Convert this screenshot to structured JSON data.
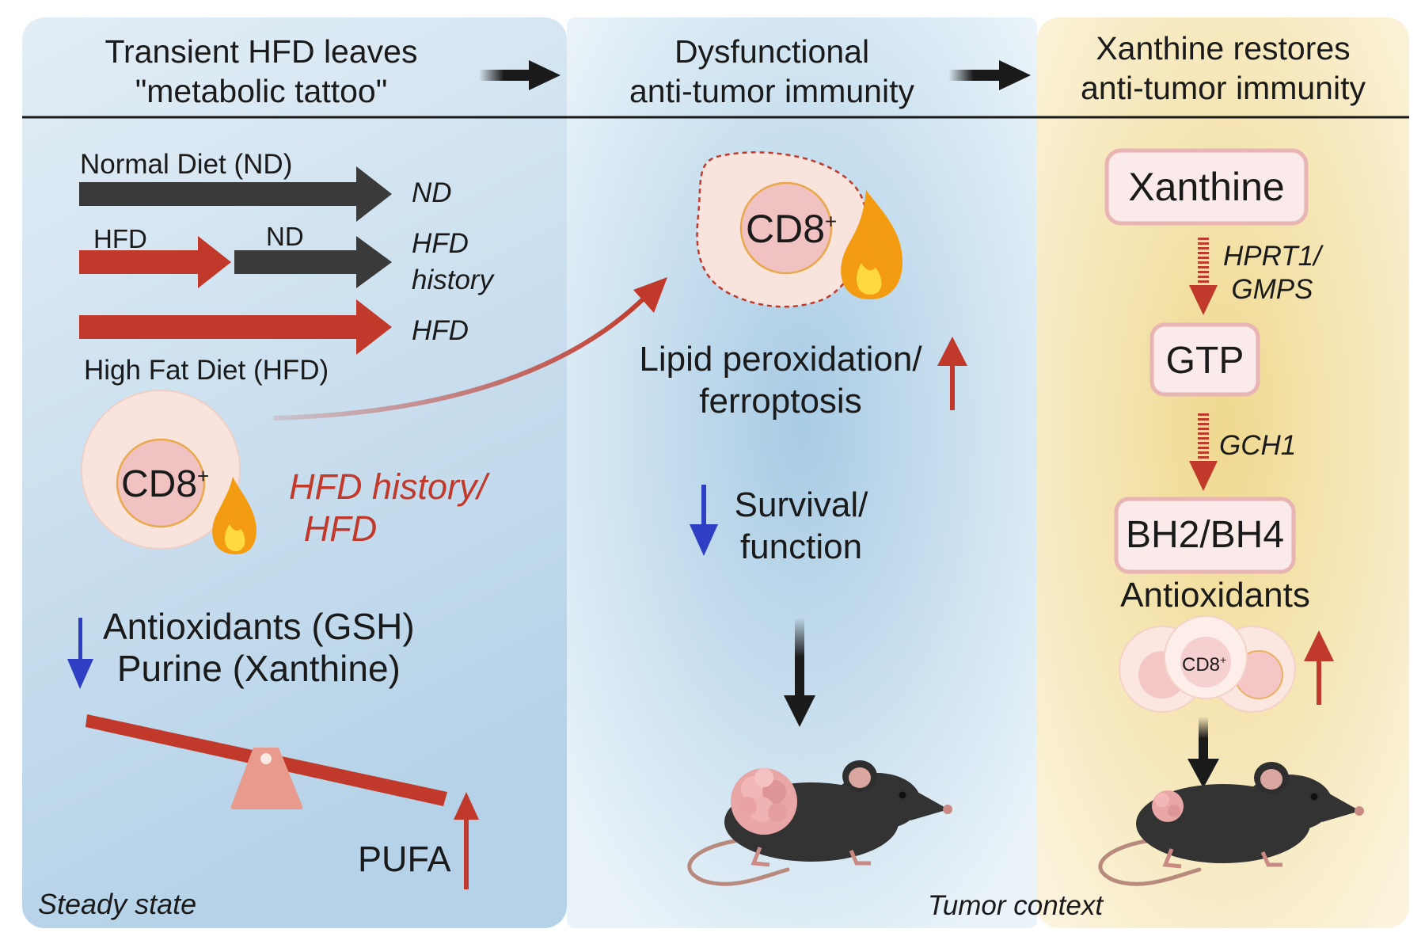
{
  "panels": {
    "steady": {
      "header_line1": "Transient HFD leaves",
      "header_line2": "\"metabolic tattoo\"",
      "diet_labels": {
        "normal_diet": "Normal Diet (ND)",
        "hfd_short": "HFD",
        "nd_short": "ND",
        "high_fat_diet": "High Fat Diet (HFD)"
      },
      "group_labels": {
        "nd": "ND",
        "hfd_history_1": "HFD",
        "hfd_history_2": "history",
        "hfd": "HFD"
      },
      "cell_label": "CD8",
      "cell_sup": "+",
      "hfd_history_line1": "HFD history/",
      "hfd_history_line2": "HFD",
      "down_line1": "Antioxidants (GSH)",
      "down_line2": "Purine (Xanthine)",
      "pufa": "PUFA",
      "caption": "Steady state"
    },
    "dysfunctional": {
      "header_line1": "Dysfunctional",
      "header_line2": "anti-tumor immunity",
      "cell_label": "CD8",
      "cell_sup": "+",
      "lipid_line1": "Lipid peroxidation/",
      "lipid_line2": "ferroptosis",
      "survival_line1": "Survival/",
      "survival_line2": "function",
      "caption": "Tumor context"
    },
    "restores": {
      "header_line1": "Xanthine restores",
      "header_line2": "anti-tumor immunity",
      "xanthine": "Xanthine",
      "enzyme1_line1": "HPRT1/",
      "enzyme1_line2": "GMPS",
      "gtp": "GTP",
      "enzyme2": "GCH1",
      "bh": "BH2/BH4",
      "antioxidants": "Antioxidants",
      "cell_label": "CD8",
      "cell_sup": "+"
    }
  },
  "colors": {
    "panel_blue": "#c5dced",
    "panel_yellow": "#f0dca0",
    "dark_arrow": "#3a3a3a",
    "red_arrow": "#c0392b",
    "blue_arrow": "#2f3fc4",
    "cell_outer": "#f8ddd6",
    "cell_inner": "#f0c0c0",
    "box_border": "#e8b4b4"
  }
}
